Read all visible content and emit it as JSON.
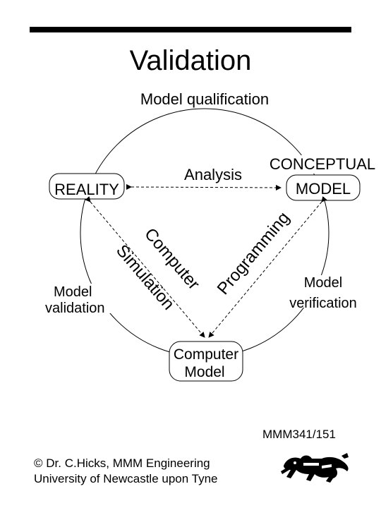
{
  "slide": {
    "title": "Validation",
    "slide_code": "MMM341/151",
    "credit_line1": "© Dr. C.Hicks, MMM Engineering",
    "credit_line2": "University of Newcastle upon Tyne"
  },
  "diagram": {
    "cycle_label": "Model qualification",
    "nodes": {
      "reality": "REALITY",
      "conceptual_line1": "CONCEPTUAL",
      "conceptual_line2": "MODEL",
      "computer_line1": "Computer",
      "computer_line2": "Model"
    },
    "edges": {
      "analysis": "Analysis",
      "programming": "Programming",
      "simulation": "Simulation",
      "computer": "Computer"
    },
    "side_labels": {
      "validation_line1": "Model",
      "validation_line2": "validation",
      "verification_line1": "Model",
      "verification_line2": "verification"
    }
  },
  "logo": {
    "icon": "lion-crest-icon",
    "color": "#000000"
  }
}
